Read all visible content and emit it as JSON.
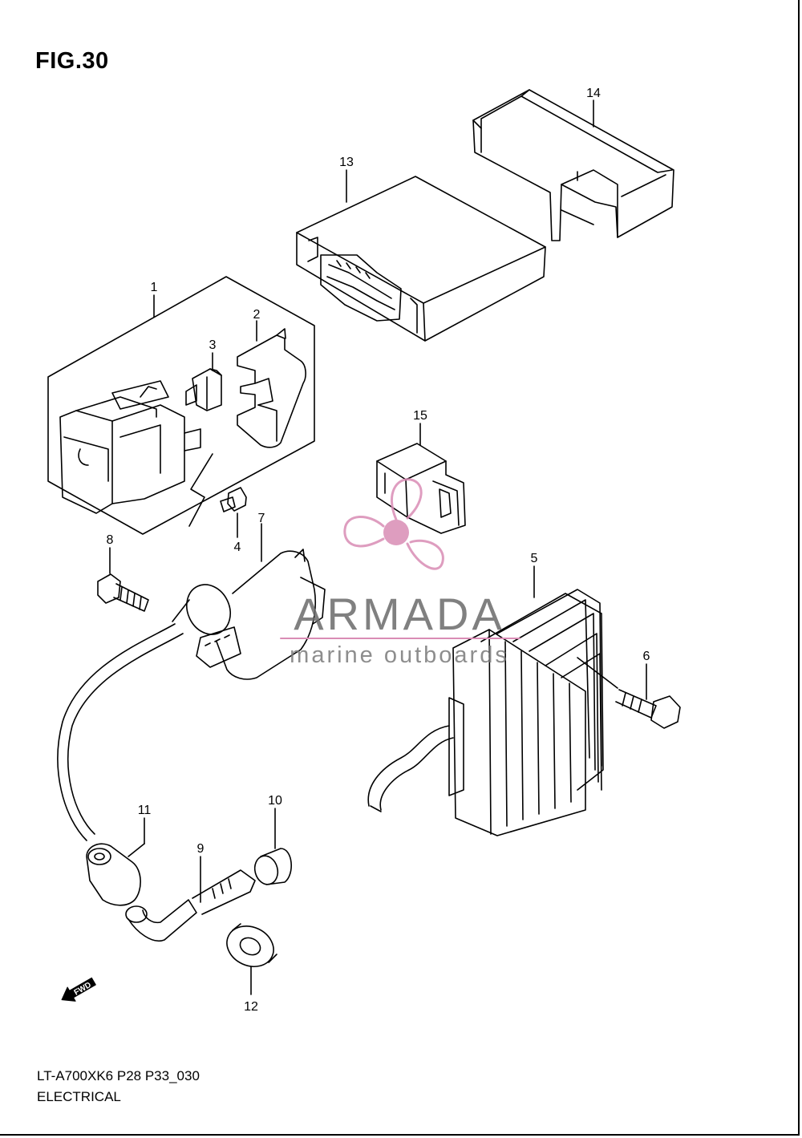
{
  "figure": {
    "title": "FIG.30"
  },
  "footer": {
    "model_code": "LT-A700XK6 P28 P33_030",
    "section": "ELECTRICAL"
  },
  "callouts": [
    "1",
    "2",
    "3",
    "4",
    "5",
    "6",
    "7",
    "8",
    "9",
    "10",
    "11",
    "12",
    "13",
    "14",
    "15"
  ],
  "watermark": {
    "name": "ARMADA",
    "tagline": "marine outboards",
    "accent_color": "#d98cb5"
  },
  "direction_marker": {
    "label": "FWD"
  }
}
